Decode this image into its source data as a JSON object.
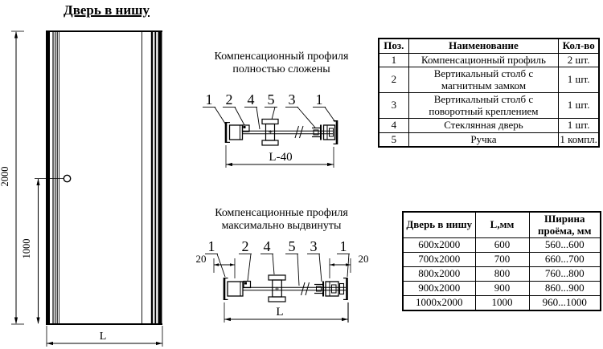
{
  "title": "Дверь в нишу",
  "door_view": {
    "dim_height": "2000",
    "dim_handle_height": "1000",
    "dim_width": "L"
  },
  "folded_view": {
    "caption_line1": "Компенсационный профиля",
    "caption_line2": "полностью сложены",
    "callouts": [
      "1",
      "2",
      "4",
      "5",
      "3",
      "1"
    ],
    "dim_label": "L-40"
  },
  "extended_view": {
    "caption_line1": "Компенсационные профиля",
    "caption_line2": "максимально выдвинуты",
    "callouts": [
      "1",
      "2",
      "4",
      "5",
      "3",
      "1"
    ],
    "dim_left": "20",
    "dim_right": "20",
    "dim_label": "L"
  },
  "parts_table": {
    "headers": [
      "Поз.",
      "Наименование",
      "Кол-во"
    ],
    "rows": [
      {
        "pos": "1",
        "name": "Компенсационный профиль",
        "qty": "2 шт."
      },
      {
        "pos": "2",
        "name": "Вертикальный столб с магнитным замком",
        "qty": "1 шт."
      },
      {
        "pos": "3",
        "name": "Вертикальный столб с поворотный креплением",
        "qty": "1 шт."
      },
      {
        "pos": "4",
        "name": "Стеклянная дверь",
        "qty": "1 шт."
      },
      {
        "pos": "5",
        "name": "Ручка",
        "qty": "1 компл."
      }
    ]
  },
  "sizes_table": {
    "headers": [
      "Дверь в нишу",
      "L,мм",
      "Ширина проёма, мм"
    ],
    "rows": [
      {
        "size": "600x2000",
        "l": "600",
        "width": "560...600"
      },
      {
        "size": "700x2000",
        "l": "700",
        "width": "660...700"
      },
      {
        "size": "800x2000",
        "l": "800",
        "width": "760...800"
      },
      {
        "size": "900x2000",
        "l": "900",
        "width": "860...900"
      },
      {
        "size": "1000x2000",
        "l": "1000",
        "width": "960...1000"
      }
    ]
  }
}
